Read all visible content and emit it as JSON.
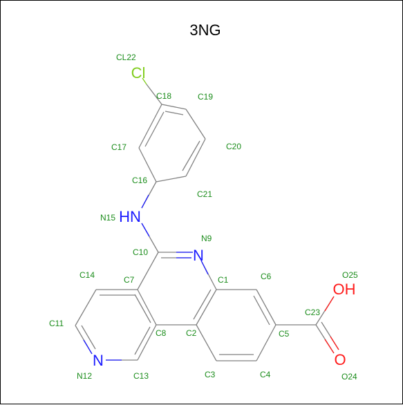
{
  "title": "3NG",
  "colors": {
    "bond": "#808080",
    "label": "#1a8c1a",
    "nitrogen": "#1a1aff",
    "oxygen": "#ff1a1a",
    "chlorine": "#7fcc1a"
  },
  "atoms": {
    "cl": "Cl",
    "nh": "HN",
    "n9": "N",
    "n12": "N",
    "oh": "OH",
    "o": "O"
  },
  "labels": {
    "CL22": "CL22",
    "C18": "C18",
    "C19": "C19",
    "C17": "C17",
    "C20": "C20",
    "C16": "C16",
    "C21": "C21",
    "N15": "N15",
    "N9": "N9",
    "C10": "C10",
    "C14": "C14",
    "C7": "C7",
    "C1": "C1",
    "C6": "C6",
    "O25": "O25",
    "C23": "C23",
    "C11": "C11",
    "C8": "C8",
    "C2": "C2",
    "C5": "C5",
    "N12": "N12",
    "C13": "C13",
    "C3": "C3",
    "C4": "C4",
    "O24": "O24"
  }
}
